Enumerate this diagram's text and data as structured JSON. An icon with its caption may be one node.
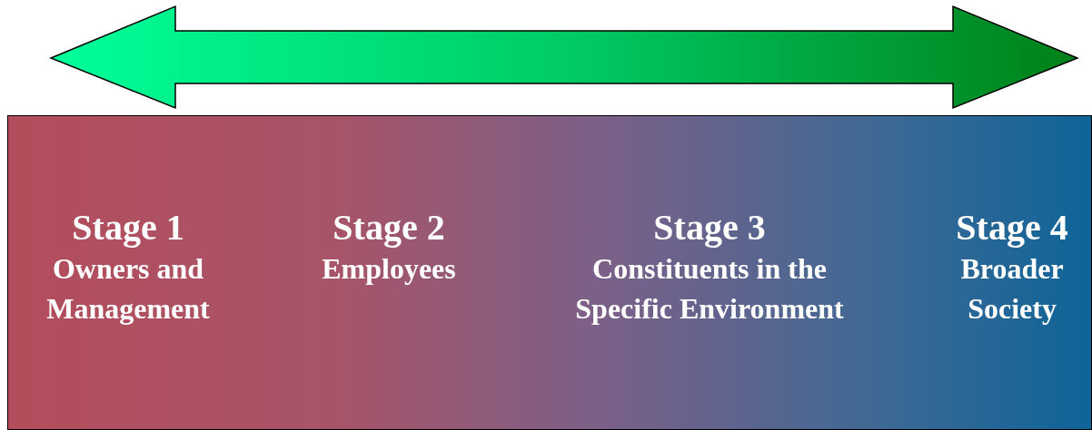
{
  "diagram": {
    "nodes": [
      {
        "text": [],
        "shape": "box"
      },
      {
        "text": [
          "Stage 1",
          "Owners and Management"
        ],
        "in": 0
      },
      {
        "text": [
          "Stage 2",
          "Employees"
        ],
        "in": 0
      },
      {
        "text": [
          "Stage 3",
          "Constituents in the Specific Environment"
        ],
        "in": 0
      },
      {
        "text": [
          "Stage 4",
          "Broader Society"
        ],
        "in": 0
      }
    ]
  }
}
